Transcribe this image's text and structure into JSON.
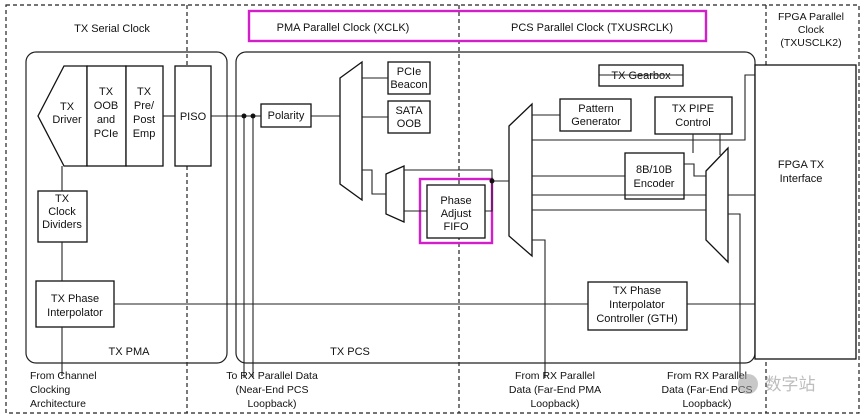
{
  "domains": {
    "serial_clock": "TX Serial Clock",
    "pma_clock": "PMA Parallel Clock (XCLK)",
    "pcs_clock": "PCS Parallel Clock (TXUSRCLK)",
    "fpga_clock": [
      "FPGA Parallel",
      "Clock",
      "(TXUSCLK2)"
    ]
  },
  "sections": {
    "pma": "TX PMA",
    "pcs": "TX PCS"
  },
  "blocks": {
    "tx_driver": [
      "TX",
      "Driver"
    ],
    "tx_oob": [
      "TX",
      "OOB",
      "and",
      "PCIe"
    ],
    "pre_post_emp": [
      "TX",
      "Pre/",
      "Post",
      "Emp"
    ],
    "piso": [
      "PISO"
    ],
    "clock_dividers": [
      "TX",
      "Clock",
      "Dividers"
    ],
    "phase_interpolator": [
      "TX Phase",
      "Interpolator"
    ],
    "polarity": [
      "Polarity"
    ],
    "pcie_beacon": [
      "PCIe",
      "Beacon"
    ],
    "sata_oob": [
      "SATA",
      "OOB"
    ],
    "phase_adjust_fifo": [
      "Phase",
      "Adjust",
      "FIFO"
    ],
    "tx_gearbox": [
      "TX Gearbox"
    ],
    "pattern_generator": [
      "Pattern",
      "Generator"
    ],
    "tx_pipe_control": [
      "TX PIPE",
      "Control"
    ],
    "encoder_8b10b": [
      "8B/10B",
      "Encoder"
    ],
    "pi_controller": [
      "TX Phase",
      "Interpolator",
      "Controller (GTH)"
    ],
    "fpga_tx_interface": [
      "FPGA TX",
      "Interface"
    ]
  },
  "bottom_labels": {
    "channel_clocking": [
      "From Channel",
      "Clocking",
      "Architecture"
    ],
    "to_rx_parallel": [
      "To RX Parallel Data",
      "(Near-End PCS",
      "Loopback)"
    ],
    "from_rx_pma": [
      "From RX Parallel",
      "Data (Far-End PMA",
      "Loopback)"
    ],
    "from_rx_pcs": [
      "From RX Parallel",
      "Data (Far-End PCS",
      "Loopback)"
    ]
  },
  "watermark": "数字站",
  "colors": {
    "highlight": "#d21fc9",
    "line": "#222222"
  }
}
